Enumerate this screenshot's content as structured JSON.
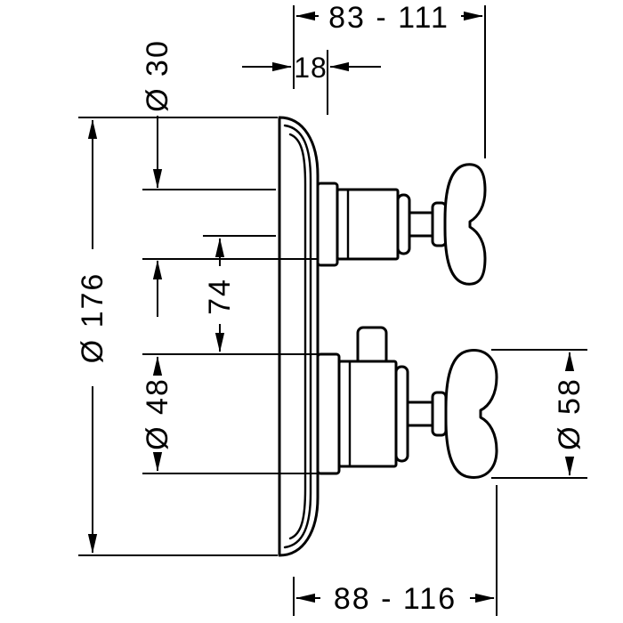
{
  "page": {
    "background": "#ffffff",
    "line_color": "#000000"
  },
  "diagram": {
    "type": "technical-dimension-drawing",
    "subject": "concealed-thermostat-trim-side-view",
    "labels": {
      "top_depth_range": "83 - 111",
      "escutcheon_depth": "18",
      "upper_sleeve_diameter": "Ø 30",
      "escutcheon_diameter": "Ø 176",
      "handle_axis_distance": "74",
      "lower_sleeve_diameter": "Ø 48",
      "lower_handle_diameter": "Ø 58",
      "bottom_depth_range": "88 - 116"
    }
  }
}
